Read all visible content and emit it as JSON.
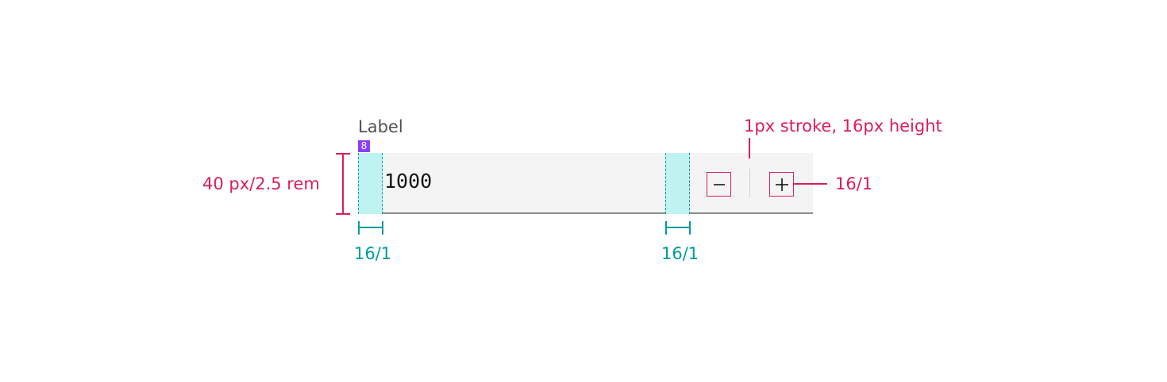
{
  "field": {
    "label": "Label",
    "value": "1000",
    "spacing_token": "8"
  },
  "stepper": {
    "decrement_icon": "minus-icon",
    "increment_icon": "plus-icon"
  },
  "annotations": {
    "height": "40 px/2.5 rem",
    "divider": "1px stroke, 16px height",
    "icon_size": "16/1",
    "padding_left": "16/1",
    "padding_right": "16/1"
  },
  "colors": {
    "annotation_pink": "#da1e5a",
    "annotation_teal": "#009d9a",
    "padding_fill": "#bff3f2",
    "spacing_badge": "#8a3ffc",
    "field_background": "#f4f4f4",
    "field_border": "#8d8d8d"
  }
}
